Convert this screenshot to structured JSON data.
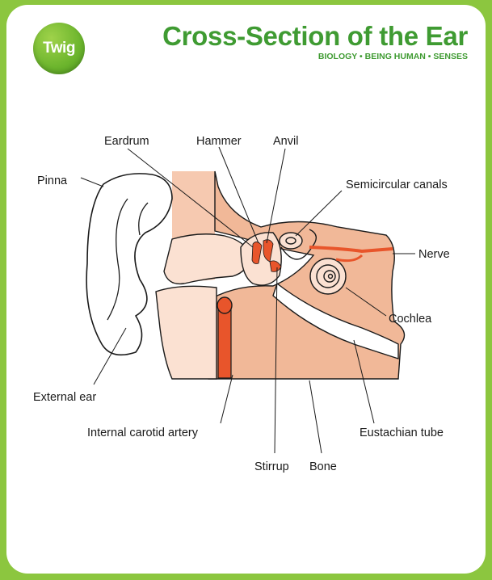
{
  "logo": {
    "text": "Twig"
  },
  "header": {
    "title": "Cross-Section of the Ear",
    "subtitle": "BIOLOGY • BEING HUMAN • SENSES"
  },
  "labels": {
    "eardrum": "Eardrum",
    "hammer": "Hammer",
    "anvil": "Anvil",
    "pinna": "Pinna",
    "semicircular_canals": "Semicircular canals",
    "nerve": "Nerve",
    "cochlea": "Cochlea",
    "external_ear": "External ear",
    "internal_carotid_artery": "Internal carotid artery",
    "eustachian_tube": "Eustachian tube",
    "stirrup": "Stirrup",
    "bone": "Bone"
  },
  "colors": {
    "frame": "#8cc63f",
    "title": "#3f9b32",
    "skin": "#f6c9b0",
    "bone": "#f1b898",
    "tissue": "#fbe1d2",
    "artery": "#e8552b"
  }
}
